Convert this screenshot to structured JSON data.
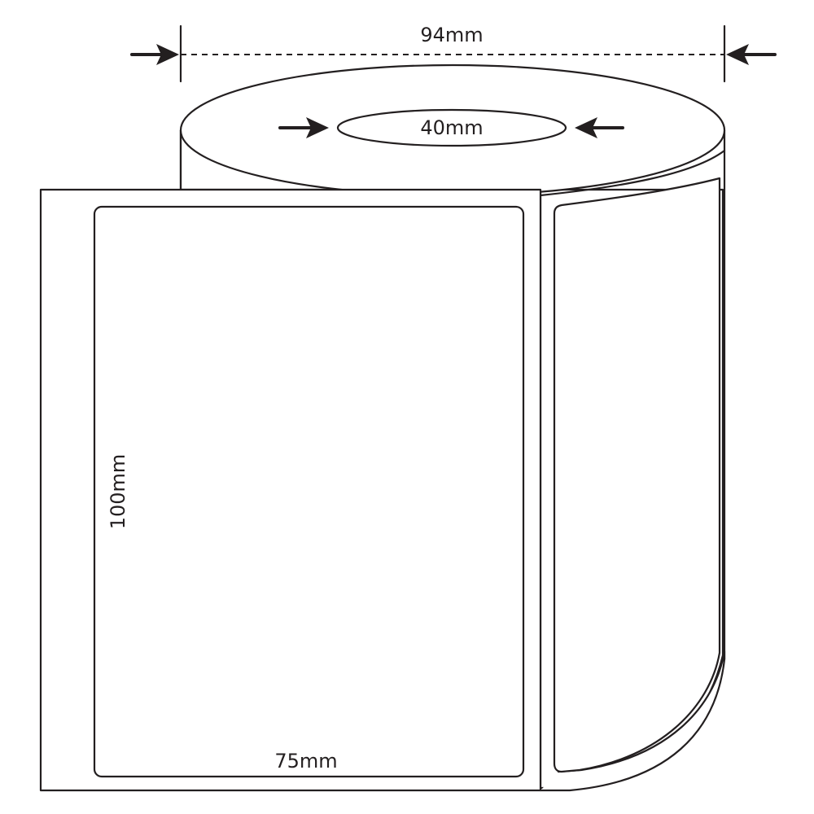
{
  "dimensions": {
    "roll_width": "94mm",
    "core_diameter": "40mm",
    "label_height": "100mm",
    "label_width": "75mm"
  },
  "colors": {
    "line": "#231f20",
    "background": "#ffffff"
  }
}
